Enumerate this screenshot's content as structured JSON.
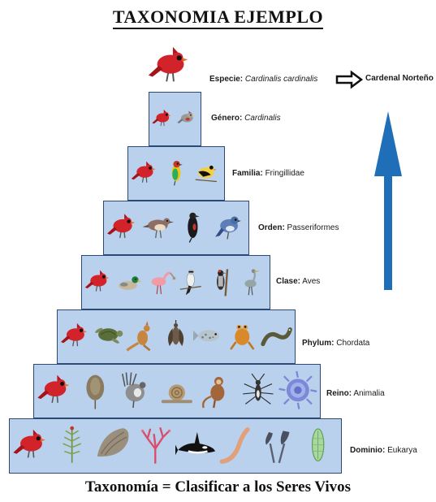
{
  "title": "TAXONOMIA EJEMPLO",
  "footer": "Taxonomía = Clasificar a los Seres Vivos",
  "levels": [
    {
      "rank": "Especie:",
      "name": "Cardinalis cardinalis",
      "italic": true,
      "organisms": [
        "cardinal"
      ]
    },
    {
      "rank": "Género:",
      "name": "Cardinalis",
      "italic": true,
      "organisms": [
        "cardinal",
        "pyrrhuloxia"
      ]
    },
    {
      "rank": "Familia:",
      "name": "Fringillidae",
      "italic": false,
      "organisms": [
        "cardinal",
        "tanager",
        "goldfinch"
      ]
    },
    {
      "rank": "Orden:",
      "name": "Passeriformes",
      "italic": false,
      "organisms": [
        "cardinal",
        "thrush",
        "crow",
        "jay"
      ]
    },
    {
      "rank": "Clase:",
      "name": "Aves",
      "italic": false,
      "organisms": [
        "cardinal",
        "mallard",
        "spoonbill",
        "shrike",
        "woodpecker",
        "heron"
      ]
    },
    {
      "rank": "Phylum:",
      "name": "Chordata",
      "italic": false,
      "organisms": [
        "cardinal",
        "sea-turtle",
        "kangaroo",
        "bat",
        "fish",
        "frog",
        "eel"
      ]
    },
    {
      "rank": "Reino:",
      "name": "Animalia",
      "italic": false,
      "organisms": [
        "cardinal",
        "horseshoe-crab",
        "grouse",
        "snail",
        "monkey",
        "insect",
        "anemone"
      ]
    },
    {
      "rank": "Dominio:",
      "name": "Eukarya",
      "italic": false,
      "organisms": [
        "cardinal",
        "plant",
        "fungus",
        "coral-algae",
        "orca",
        "worm",
        "mushroom",
        "diatom"
      ]
    }
  ],
  "common_name": "Cardenal Norteño",
  "colors": {
    "tier_fill": "#b9d1ec",
    "tier_border": "#2b4a78",
    "up_arrow": "#1f6fb8",
    "cardinal": "#d2232a"
  },
  "icons": {
    "right_arrow": "right-arrow-icon",
    "up_arrow": "up-arrow-icon"
  }
}
